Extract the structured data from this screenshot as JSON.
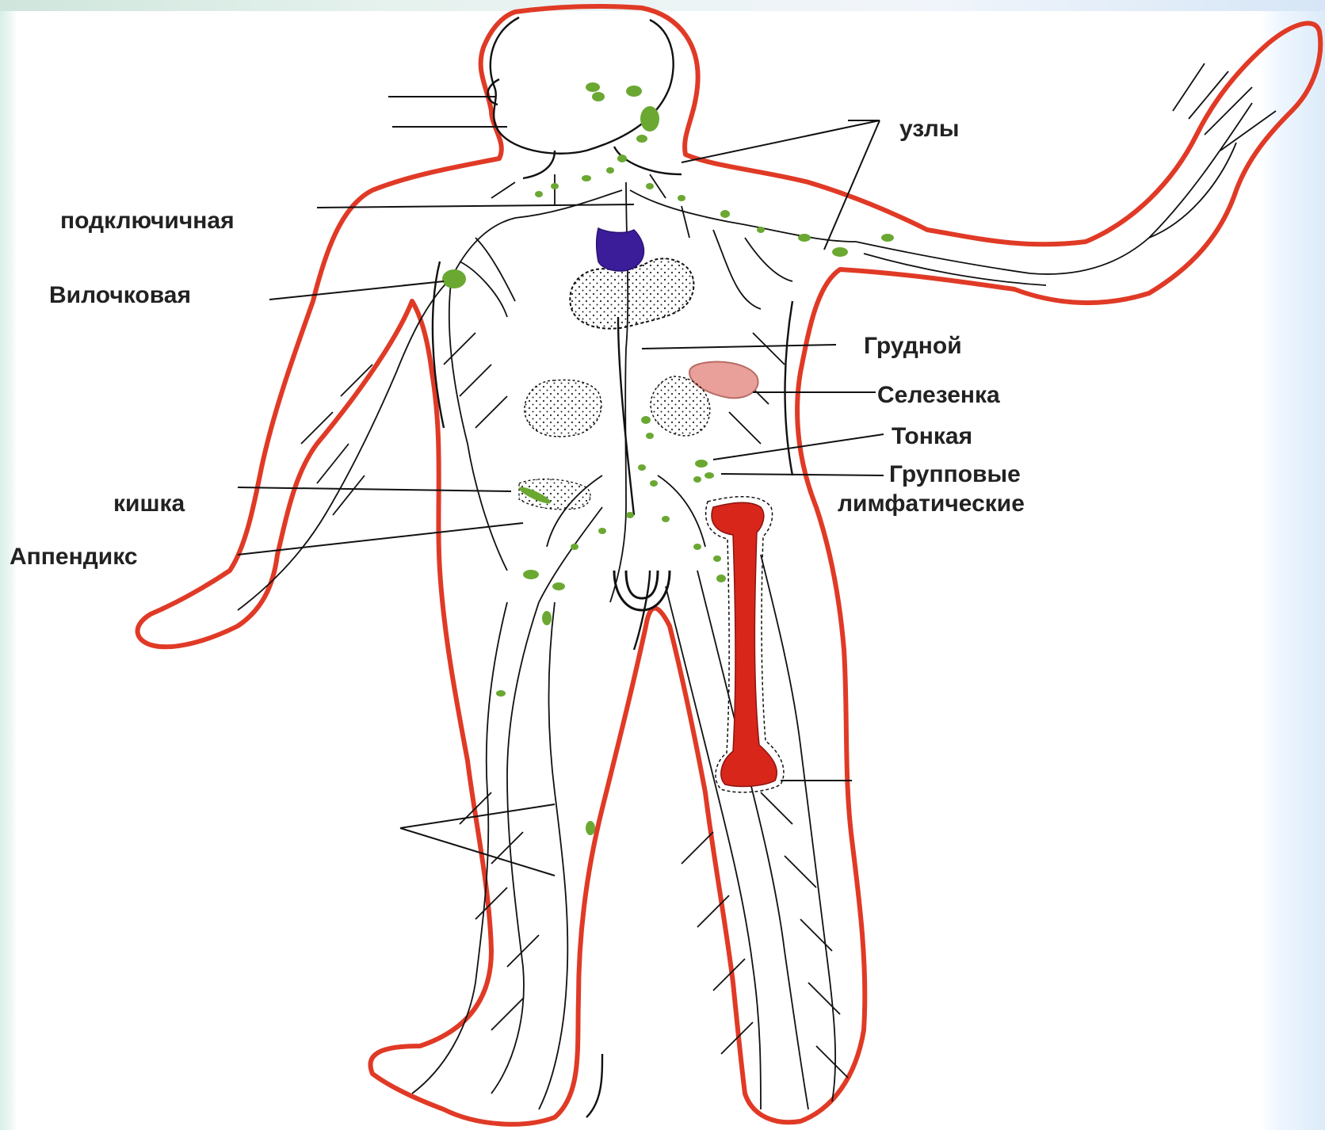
{
  "labels": {
    "nodes": "узлы",
    "subclavian": "подключичная",
    "thymus": "Вилочковая",
    "thoracic": "Грудной",
    "spleen": "Селезенка",
    "small": "Тонкая",
    "group": "Групповые",
    "lymphatic": "лимфатические",
    "intestine": "кишка",
    "appendix": "Аппендикс"
  },
  "colors": {
    "outline": "#e03a26",
    "vessels": "#111111",
    "nodes": "#6aa832",
    "thymus": "#3b1d9a",
    "spleen": "#eaa09a",
    "bone": "#d8261b",
    "organ_fill": "#ffffff"
  }
}
